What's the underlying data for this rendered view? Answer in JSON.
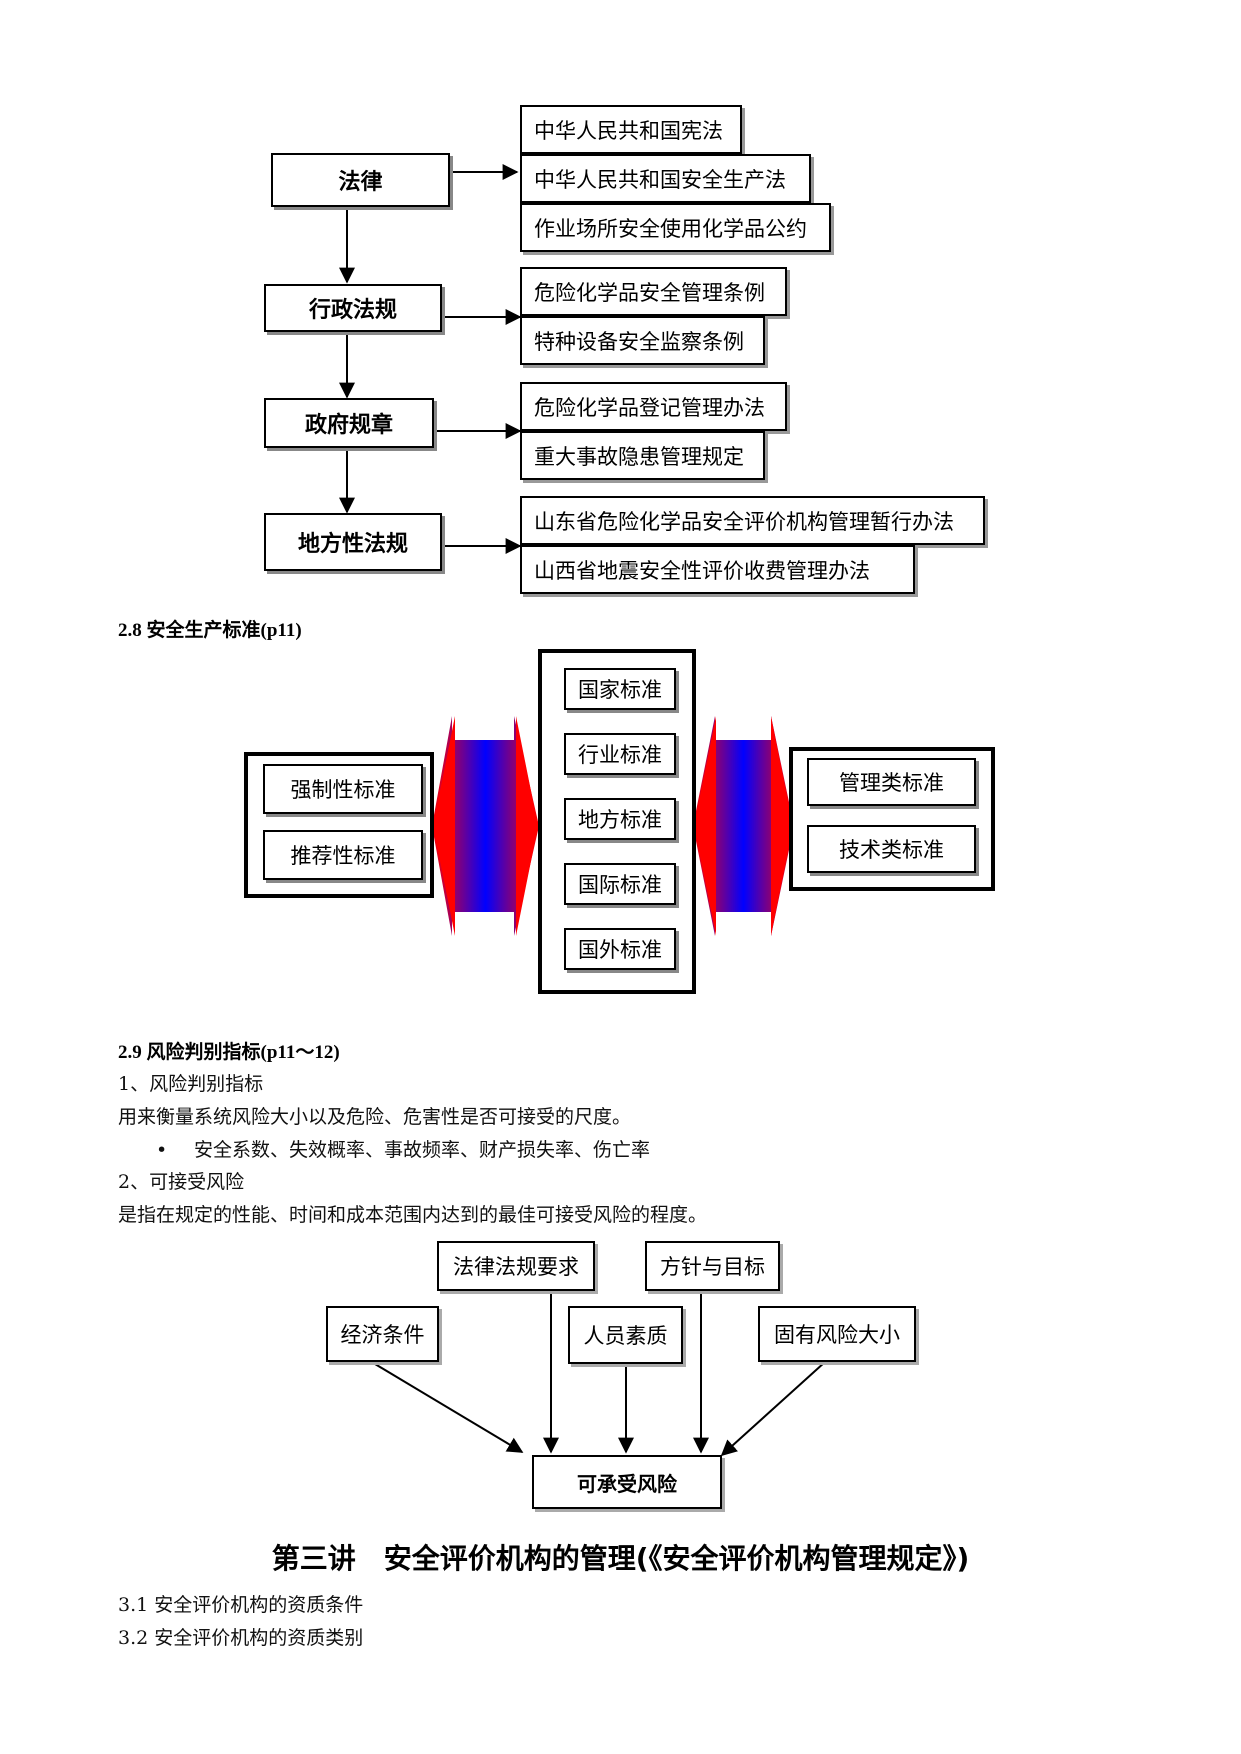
{
  "diagram1": {
    "levels": [
      {
        "label": "法律",
        "items": [
          "中华人民共和国宪法",
          "中华人民共和国安全生产法",
          "作业场所安全使用化学品公约"
        ]
      },
      {
        "label": "行政法规",
        "items": [
          "危险化学品安全管理条例",
          "特种设备安全监察条例"
        ]
      },
      {
        "label": "政府规章",
        "items": [
          "危险化学品登记管理办法",
          "重大事故隐患管理规定"
        ]
      },
      {
        "label": "地方性法规",
        "items": [
          "山东省危险化学品安全评价机构管理暂行办法",
          "山西省地震安全性评价收费管理办法"
        ]
      }
    ]
  },
  "section_2_8": {
    "heading": "2.8 安全生产标准(p11)",
    "left": [
      "强制性标准",
      "推荐性标准"
    ],
    "center": [
      "国家标准",
      "行业标准",
      "地方标准",
      "国际标准",
      "国外标准"
    ],
    "right": [
      "管理类标准",
      "技术类标准"
    ]
  },
  "section_2_9": {
    "heading": "2.9 风险判别指标(p11～12)",
    "item1": "1、风险判别指标",
    "item1_desc": "用来衡量系统风险大小以及危险、危害性是否可接受的尺度。",
    "bullet": "安全系数、失效概率、事故频率、财产损失率、伤亡率",
    "item2": "2、可接受风险",
    "item2_desc": "是指在规定的性能、时间和成本范围内达到的最佳可接受风险的程度。"
  },
  "diagram3": {
    "top": [
      "法律法规要求",
      "方针与目标"
    ],
    "middle": [
      "经济条件",
      "人员素质",
      "固有风险大小"
    ],
    "target": "可承受风险"
  },
  "lecture3": {
    "title": "第三讲　安全评价机构的管理(《安全评价机构管理规定》)",
    "items": [
      "3.1 安全评价机构的资质条件",
      "3.2 安全评价机构的资质类别"
    ]
  },
  "colors": {
    "arrow_red": "#ff0000",
    "arrow_blue": "#0000ff"
  }
}
